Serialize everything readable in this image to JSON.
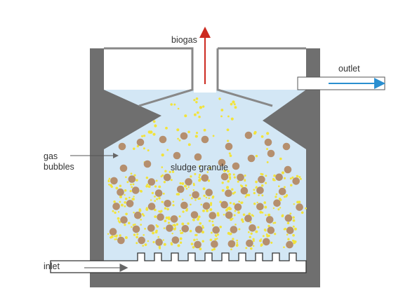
{
  "labels": {
    "biogas": "biogas",
    "outlet": "outlet",
    "gas": "gas",
    "bubbles": "bubbles",
    "sludge_granule": "sludge granule",
    "inlet": "inlet"
  },
  "colors": {
    "wall": "#6f6f6f",
    "liquid": "#d3e7f5",
    "settler_plate": "#888888",
    "granule": "#b58f6e",
    "gas_bubble": "#f2e33a",
    "biogas_arrow": "#cc2a20",
    "outlet_arrow": "#2a8fd0",
    "pointer": "#555555"
  },
  "icons": {
    "biogas_arrow": "arrow-up-icon",
    "outlet_arrow": "arrow-right-icon",
    "inlet_arrow": "arrow-right-icon"
  }
}
